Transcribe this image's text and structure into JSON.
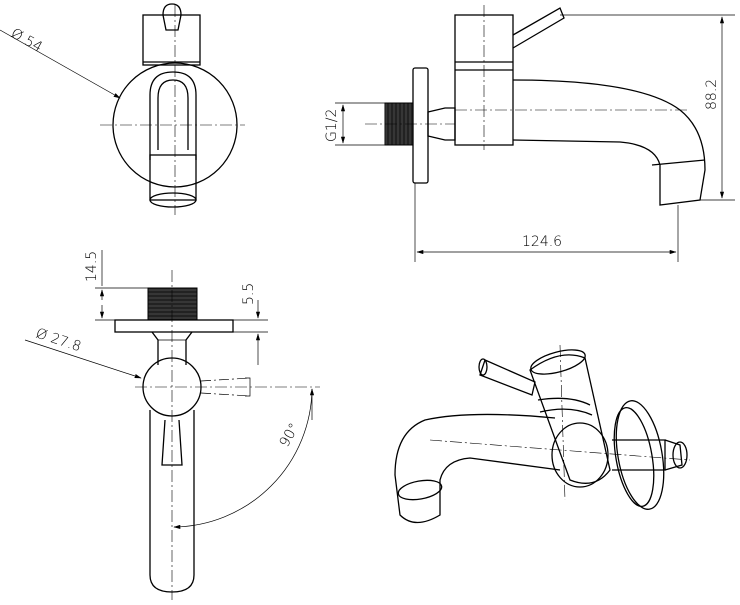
{
  "drawing": {
    "title": "Wall-mounted bib tap technical drawing",
    "dimensions": {
      "front_flange_diameter": "Ø 54",
      "thread": "G1/2",
      "height": "88.2",
      "length": "124.6",
      "thread_length": "14.5",
      "flange_thickness": "5.5",
      "body_diameter": "Ø 27.8",
      "rotation_angle": "90°"
    }
  }
}
